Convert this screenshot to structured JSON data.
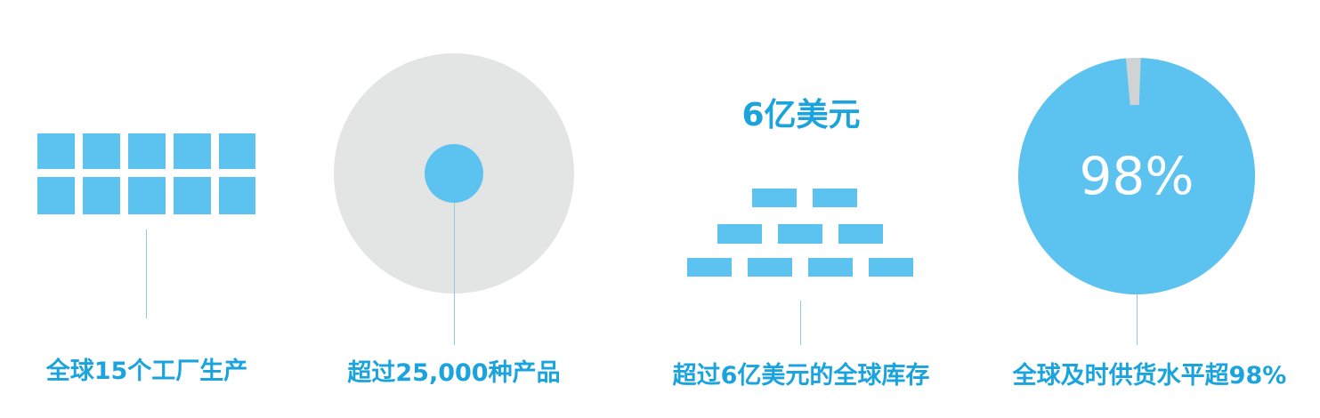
{
  "colors": {
    "accent_text": "#1aa3dc",
    "tile_blue": "#5cc3f1",
    "disc_grey": "#e3e5e5",
    "stem_line": "#8fcbe6",
    "ring_gap": "#cfd3d4"
  },
  "panels": [
    {
      "caption": "全球15个工厂生产",
      "tile_count": 10
    },
    {
      "caption": "超过25,000种产品"
    },
    {
      "headline": "6亿美元",
      "caption": "超过6亿美元的全球库存",
      "tile_count": 9
    },
    {
      "caption": "全球及时供货水平超98%",
      "center_label": "98%",
      "fill_fraction": 0.98
    }
  ]
}
